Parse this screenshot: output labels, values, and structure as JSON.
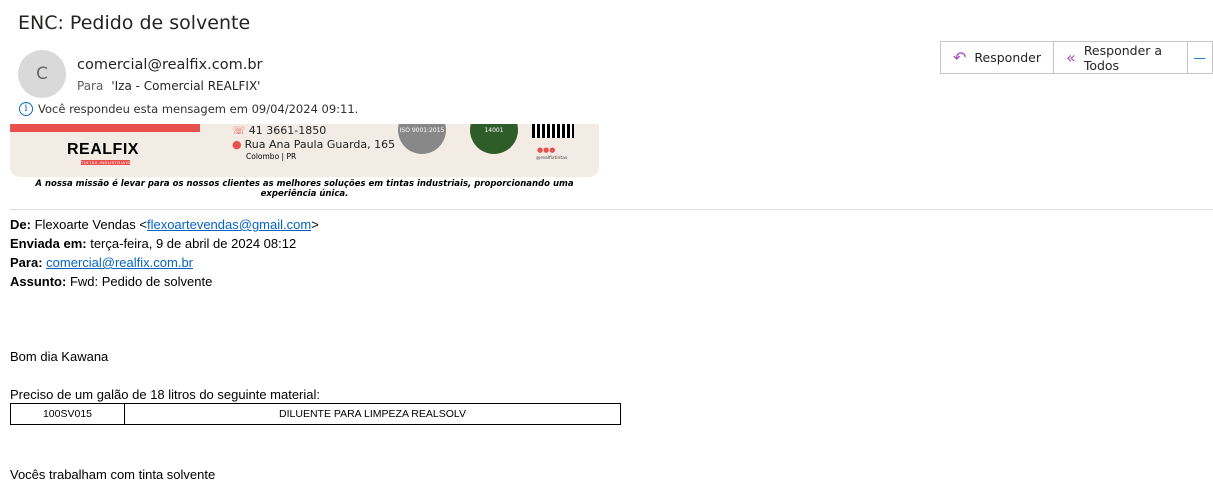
{
  "title": "ENC: Pedido de solvente",
  "avatar_initial": "C",
  "sender": "comercial@realfix.com.br",
  "to_label": "Para",
  "to_value": "'Iza - Comercial REALFIX'",
  "info_text": "Você respondeu esta mensagem em 09/04/2024 09:11.",
  "actions": {
    "reply": "Responder",
    "reply_all": "Responder a Todos",
    "more": "—"
  },
  "banner": {
    "logo": "REALFIX",
    "logo_sub": "TINTAS INDUSTRIAIS",
    "phone": "41 3661-1850",
    "address": "Rua Ana Paula Guarda, 165",
    "city": "Colombo | PR",
    "iso": "ISO 9001:2015",
    "iso14001": "14001",
    "social_handle": "@realfixtintas",
    "mission": "A nossa missão é levar para os nossos clientes as melhores soluções em tintas industriais, proporcionando uma experiência única."
  },
  "forward": {
    "from_label": "De:",
    "from_name": "Flexoarte Vendas <",
    "from_email": "flexoartevendas@gmail.com",
    "from_end": ">",
    "sent_label": "Enviada em:",
    "sent": "terça-feira, 9 de abril de 2024 08:12",
    "to_label": "Para:",
    "to_email": "comercial@realfix.com.br",
    "subject_label": "Assunto:",
    "subject": "Fwd: Pedido de solvente"
  },
  "body": {
    "greeting": "Bom dia Kawana",
    "request": "Preciso de um galão de 18 litros do seguinte material:",
    "table": [
      [
        "100SV015",
        "DILUENTE PARA LIMPEZA REALSOLV"
      ]
    ],
    "question": "Vocês trabalham com tinta solvente"
  }
}
